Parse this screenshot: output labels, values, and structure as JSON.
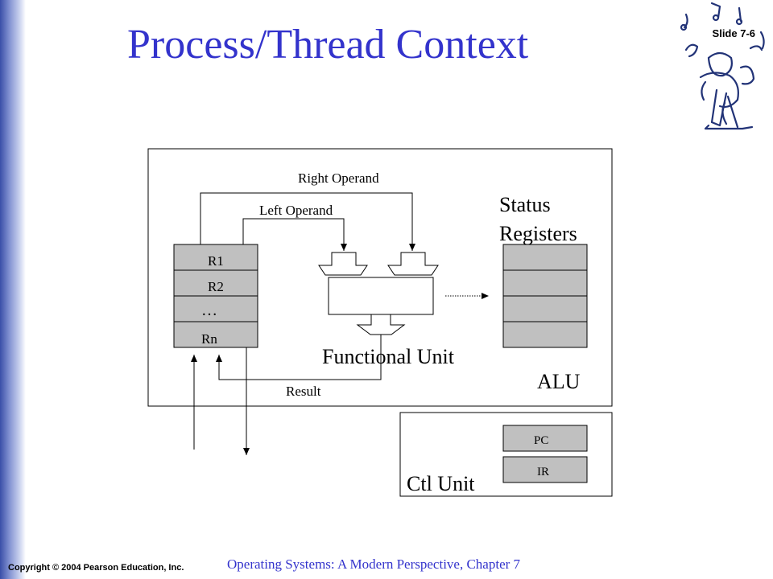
{
  "slide": {
    "title": "Process/Thread Context",
    "number": "Slide 7-6",
    "copyright": "Copyright © 2004 Pearson Education, Inc.",
    "footer": "Operating Systems: A Modern Perspective, Chapter 7"
  },
  "diagram": {
    "labels": {
      "right_operand": "Right Operand",
      "left_operand": "Left Operand",
      "status_line1": "Status",
      "status_line2": "Registers",
      "functional_unit": "Functional Unit",
      "alu": "ALU",
      "result": "Result",
      "ctl_unit": "Ctl Unit"
    },
    "registers": [
      "R1",
      "R2",
      "…",
      "Rn"
    ],
    "control_registers": [
      "PC",
      "IR"
    ],
    "colors": {
      "register_fill": "#c0c0c0",
      "title": "#3333cc",
      "line": "#000000"
    }
  }
}
